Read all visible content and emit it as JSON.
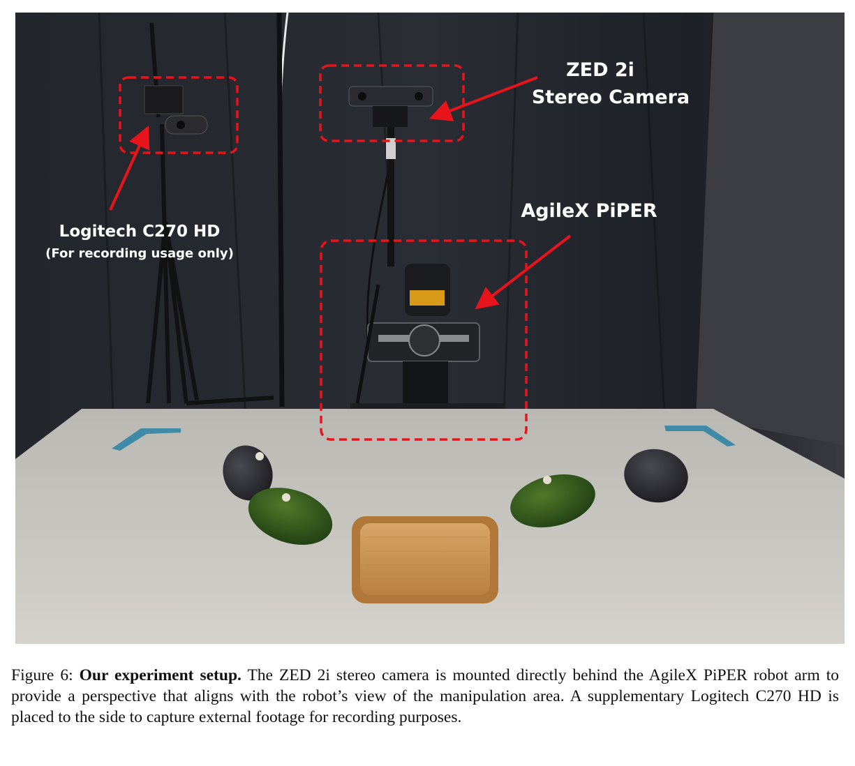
{
  "figure": {
    "labels": {
      "zed_line1": "ZED 2i",
      "zed_line2": "Stereo Camera",
      "piper": "AgileX PiPER",
      "logitech_line1": "Logitech C270 HD",
      "logitech_line2": "(For recording usage only)"
    },
    "colors": {
      "annotation": "#e8141c",
      "backdrop": "#1f2228",
      "table": "#c9c7c0",
      "tape": "#3f8aa6",
      "avocado_dark": "#2b2b30",
      "avocado_green": "#2e5a1e",
      "tray": "#c9914f"
    }
  },
  "caption": {
    "label": "Figure 6:",
    "title": "Our experiment setup.",
    "body": "The ZED 2i stereo camera is mounted directly behind the AgileX PiPER robot arm to provide a perspective that aligns with the robot’s view of the manipulation area. A supplementary Logitech C270 HD is placed to the side to capture external footage for recording purposes."
  }
}
